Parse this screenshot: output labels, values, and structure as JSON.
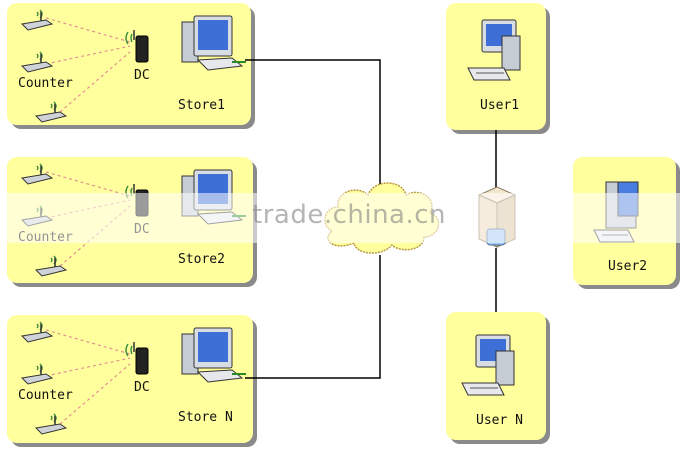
{
  "stores": [
    {
      "counter_label": "Counter",
      "dc_label": "DC",
      "store_label": "Store1"
    },
    {
      "counter_label": "Counter",
      "dc_label": "DC",
      "store_label": "Store2"
    },
    {
      "counter_label": "Counter",
      "dc_label": "DC",
      "store_label": "Store N"
    }
  ],
  "users": [
    {
      "label": "User1"
    },
    {
      "label": "User2"
    },
    {
      "label": "User N"
    }
  ],
  "watermark": "trade.china.cn",
  "icons": {
    "wireless_device": "wireless-counter-icon",
    "data_collector": "dc-device-icon",
    "store_pc": "store-computer-icon",
    "user_pc": "user-computer-icon",
    "server": "server-icon",
    "network": "network-cloud-icon"
  },
  "colors": {
    "box_fill": "#ffff9e",
    "cloud_fill": "#ffff9e",
    "dashed_link": "#e09090",
    "lan_link": "#228b22"
  }
}
